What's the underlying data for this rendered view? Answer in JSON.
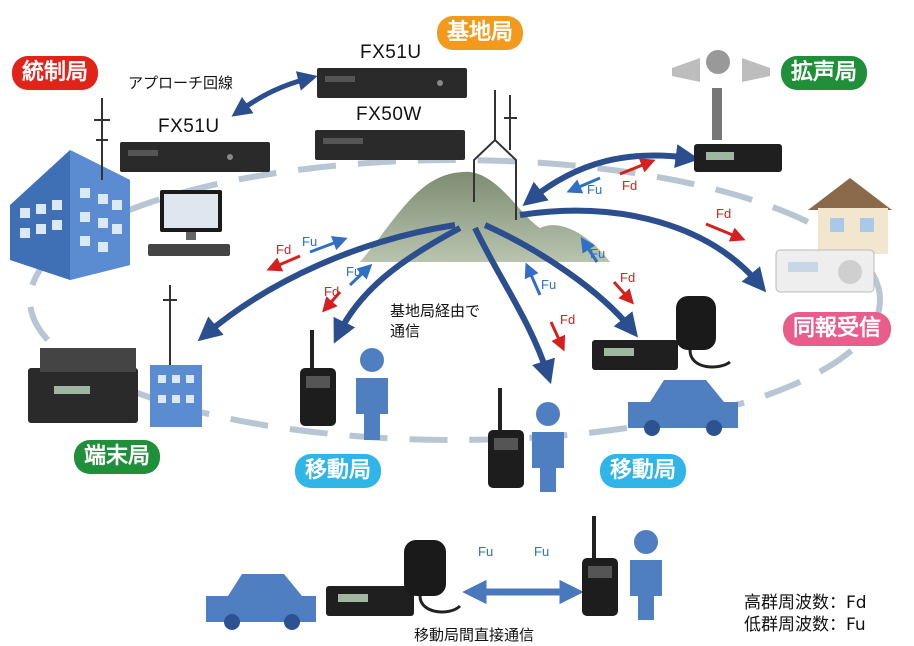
{
  "colors": {
    "control_red": "#e2231a",
    "base_orange": "#f39a1d",
    "green": "#1f8f3a",
    "mobile_cyan": "#2fb5e8",
    "pink": "#e85d8c",
    "arrow_navy": "#2b4f8e",
    "fu_blue": "#2f6fc4",
    "fd_red": "#d6201f",
    "person_blue": "#4f7fc0",
    "mountain": "#8d9c84"
  },
  "stations": {
    "control": "統制局",
    "base": "基地局",
    "speaker": "拡声局",
    "terminal": "端末局",
    "mobile_left": "移動局",
    "mobile_right": "移動局",
    "broadcast_receive": "同報受信"
  },
  "equipment": {
    "fx51u_top": "FX51U",
    "fx51u_left": "FX51U",
    "fx50w": "FX50W"
  },
  "annotations": {
    "approach_line": "アプローチ回線",
    "via_base_line1": "基地局経由で",
    "via_base_line2": "通信",
    "direct_comm": "移動局間直接通信"
  },
  "freq": {
    "fd": "Fd",
    "fu": "Fu"
  },
  "legend": {
    "high_label": "高群周波数：",
    "high_value": "Fd",
    "low_label": "低群周波数：",
    "low_value": "Fu"
  },
  "icons": [
    "building-icon",
    "antenna-icon",
    "computer-icon",
    "radio-rack-icon",
    "handheld-radio-icon",
    "person-icon",
    "car-icon",
    "mobile-radio-icon",
    "microphone-icon",
    "speaker-horn-icon",
    "house-icon",
    "radio-receiver-icon",
    "mountain-icon",
    "tower-icon"
  ]
}
